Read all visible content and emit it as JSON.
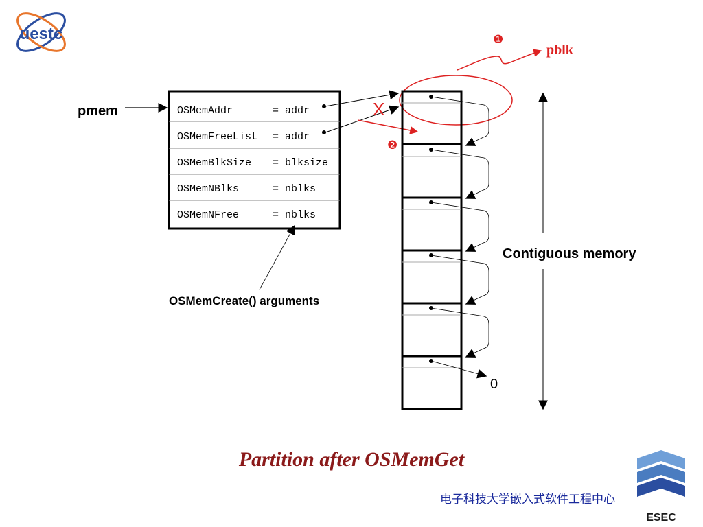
{
  "logo_top": {
    "text": "uestc"
  },
  "logo_bottom": {
    "text": "ESEC"
  },
  "pointer_label": "pmem",
  "fields": [
    {
      "name": "OSMemAddr",
      "value": "= addr"
    },
    {
      "name": "OSMemFreeList",
      "value": "= addr"
    },
    {
      "name": "OSMemBlkSize",
      "value": "= blksize"
    },
    {
      "name": "OSMemNBlks",
      "value": "= nblks"
    },
    {
      "name": "OSMemNFree",
      "value": "= nblks"
    }
  ],
  "arguments_caption": "OSMemCreate() arguments",
  "step_1_marker": "❶",
  "step_2_marker": "❷",
  "pblk_label": "pblk",
  "removed_link_marker": "X",
  "null_terminator": "0",
  "side_label": "Contiguous memory",
  "title": "Partition after OSMemGet",
  "footer": "电子科技大学嵌入式软件工程中心",
  "colors": {
    "title": "#8b1a1a",
    "annotation": "#dd2222",
    "footer": "#1a2a9c",
    "logo_blue": "#2b4ea0",
    "logo_orange": "#e8762c"
  }
}
